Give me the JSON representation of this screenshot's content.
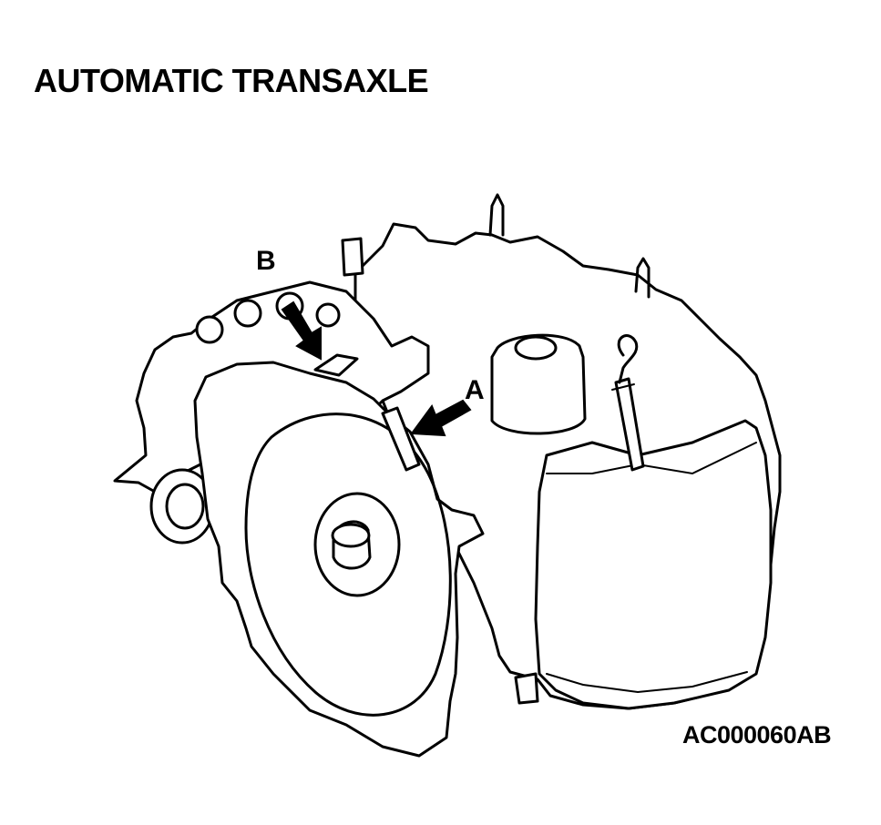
{
  "title": "AUTOMATIC TRANSAXLE",
  "callouts": {
    "a": "A",
    "b": "B"
  },
  "figure_code": "AC000060AB"
}
